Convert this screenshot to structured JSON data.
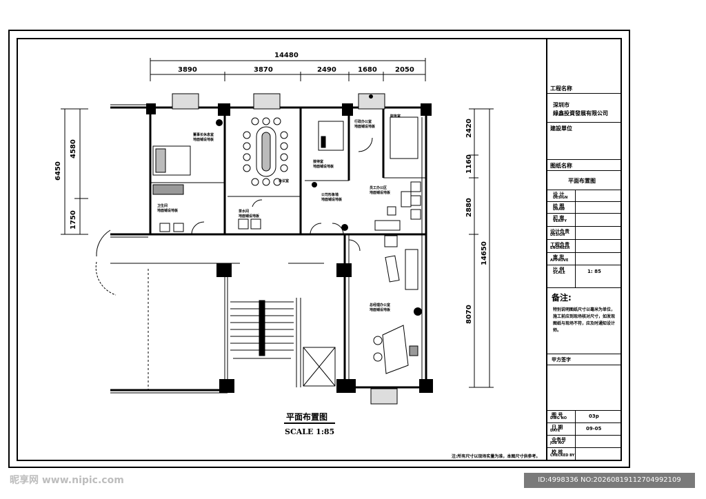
{
  "dimensions": {
    "top_total": "14480",
    "top_segments": [
      "3890",
      "3870",
      "2490",
      "1680",
      "2050"
    ],
    "left_total": "6450",
    "left_segments": [
      "4580",
      "1750"
    ],
    "right_total": "14650",
    "right_segments": [
      "2420",
      "1160",
      "2880",
      "8070"
    ]
  },
  "rooms": {
    "master_bedroom": "董事长休息室",
    "meeting_room": "会议室",
    "reception": "接待室",
    "finance": "财务室",
    "staff_area": "员工办公区",
    "company_front": "公司形象墙",
    "bathroom": "卫生间",
    "tea_room": "茶水间",
    "gm_office": "总经理办公室",
    "admin_office": "行政办公室",
    "room_note": "地面铺设地板"
  },
  "drawing_title": "平面布置图",
  "drawing_scale": "SCALE 1:85",
  "footnote": "注:所有尺寸以现场实量为准，本图尺寸供参考。",
  "title_block": {
    "project_label": "工程名称",
    "company_line1": "深圳市",
    "company_line2": "綠鑫投資發展有限公司",
    "build_unit": "建設單位",
    "drawing_name_label": "图纸名称",
    "drawing_name": "平面布置图",
    "design": "设 计",
    "design_en": "DESIGN",
    "draw": "绘 图",
    "draw_en": "DRAW",
    "verify": "初 审",
    "verify_en": "VERIFY",
    "design_lead": "设计负责",
    "design_lead_en": "DESIGN",
    "eng_lead": "工程负责",
    "eng_lead_en": "ENGINEER",
    "approve": "审 批",
    "approve_en": "APPROVE",
    "scale_label": "比 例",
    "scale_en": "SCALE",
    "scale_value": "1: 85",
    "notes_label": "备注:",
    "notes_text": [
      "特别说明图纸尺寸以毫米为单位，施工前应到现场核对尺寸，如发现图纸与现场不符，应及时通知设计师。"
    ],
    "client_sign": "甲方签字",
    "drawing_no_label": "图 号",
    "drawing_no_en": "DWG NO",
    "drawing_no": "03p",
    "date_label": "日 期",
    "date_en": "DATE",
    "date": "09-05",
    "job_label": "业务号",
    "job_en": "JOB NO",
    "check_label": "校 核",
    "check_en": "CHECKED BY"
  },
  "watermark_left": "昵享网 www.nipic.com",
  "watermark_right": "ID:4998336 NO:20260819112704992109"
}
